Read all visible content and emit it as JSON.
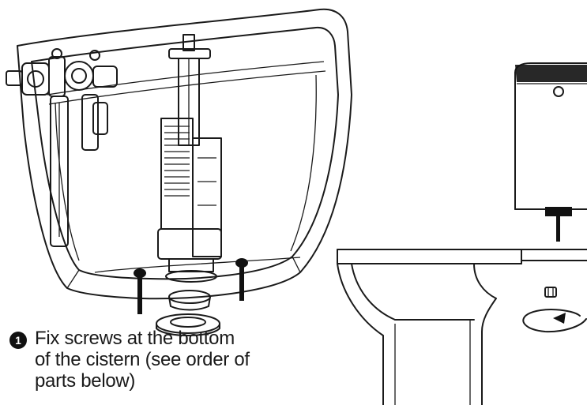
{
  "instruction": {
    "step_number": "1",
    "lines": [
      "Fix screws at the bottom",
      "of the cistern (see order of",
      "parts below)"
    ]
  },
  "icons": {
    "step": "numbered-circle-icon",
    "rotate": "rotation-arrow-icon"
  },
  "colors": {
    "ink": "#1a1a1a",
    "background": "#ffffff"
  }
}
